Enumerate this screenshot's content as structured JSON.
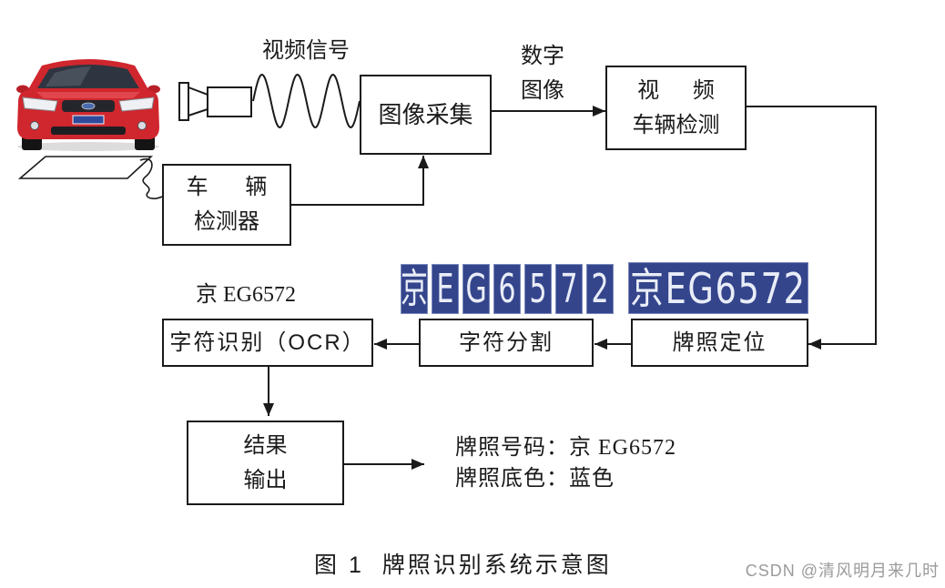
{
  "labels": {
    "video_signal": "视频信号",
    "digital_image": [
      "数字",
      "图像"
    ],
    "ocr_result": "京 EG6572"
  },
  "boxes": {
    "image_capture": "图像采集",
    "video_vehicle_detection": [
      "视 频",
      "车辆检测"
    ],
    "vehicle_detector": [
      "车 辆",
      "检测器"
    ],
    "plate_location": "牌照定位",
    "character_segmentation": "字符分割",
    "character_recognition": "字符识别（OCR）",
    "result_output": [
      "结果",
      "输出"
    ]
  },
  "plates": {
    "segmented_characters": [
      "京",
      "E",
      "G",
      "6",
      "5",
      "7",
      "2"
    ],
    "located_plate": "京EG6572"
  },
  "results": {
    "plate_number": "牌照号码：京 EG6572",
    "plate_color": "牌照底色：蓝色"
  },
  "caption": "图 1  牌照识别系统示意图",
  "watermark": "CSDN @清风明月来几时",
  "icons": [
    "car-icon",
    "camera-icon",
    "video-signal-wave",
    "ground-sensor-loop-icon"
  ],
  "colors": {
    "line": "#1a1a1a",
    "car_red": "#d0262e",
    "plate_blue": "#34458c",
    "plate_text": "#e9edf7",
    "watermark": "#9b9b9b"
  }
}
